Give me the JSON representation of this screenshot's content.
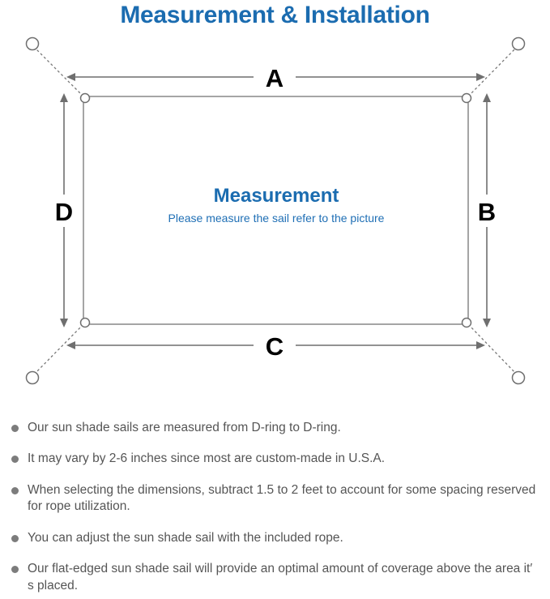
{
  "page": {
    "title": "Measurement & Installation",
    "title_color": "#1B6CB0",
    "background": "#ffffff"
  },
  "diagram": {
    "name": "sun-shade-sail-measurement-diagram",
    "center_title": "Measurement",
    "center_subtitle": "Please measure the sail refer to the picture",
    "center_title_color": "#1B6CB0",
    "center_subtitle_color": "#1F6FB5",
    "line_color": "#6f6f6f",
    "sail_stroke": "#808080",
    "dimension_labels": {
      "top": "A",
      "right": "B",
      "bottom": "C",
      "left": "D"
    },
    "d_ring_count": 4,
    "anchor_point_count": 4
  },
  "notes": [
    "Our sun shade sails are measured from D-ring to D-ring.",
    "It may vary by 2-6 inches since most are custom-made in U.S.A.",
    "When selecting the dimensions, subtract 1.5 to 2 feet to account for some spacing reserved for rope utilization.",
    "You can adjust the sun shade sail with the included rope.",
    "Our flat-edged sun shade sail will provide an optimal amount of coverage above the area it′ s placed."
  ]
}
